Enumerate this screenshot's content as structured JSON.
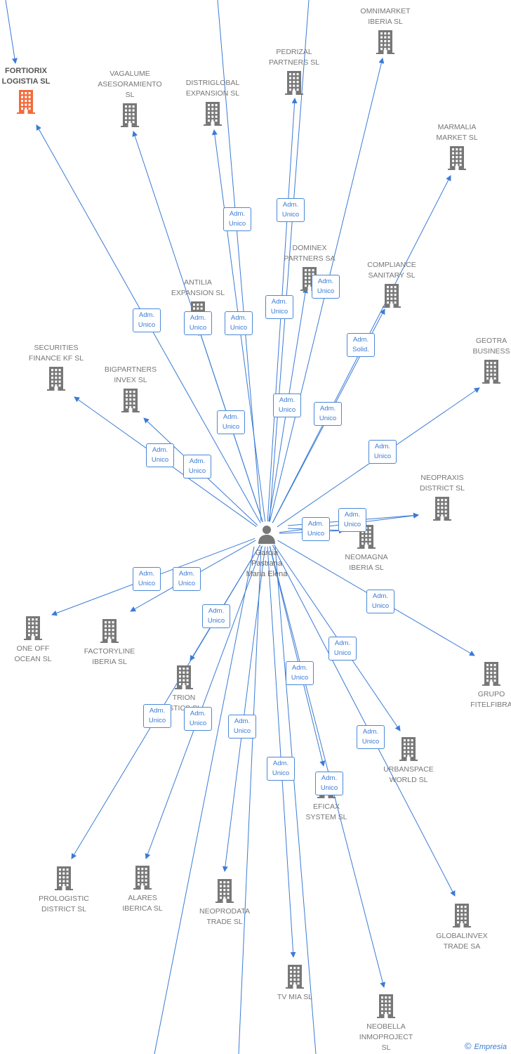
{
  "colors": {
    "edge": "#3a7bd5",
    "building": "#777777",
    "highlight": "#f26b3a"
  },
  "center": {
    "name_lines": [
      "Garcia",
      "Pastrana",
      "Maria Elena"
    ],
    "icon": "person-icon"
  },
  "companies": [
    {
      "lines": [
        "FORTIORIX",
        "LOGISTIA SL"
      ],
      "highlight": true
    },
    {
      "lines": [
        "VAGALUME",
        "ASESORAMIENTO",
        "SL"
      ]
    },
    {
      "lines": [
        "DISTRIGLOBAL",
        "EXPANSION SL"
      ]
    },
    {
      "lines": [
        "PEDRIZAL",
        "PARTNERS SL"
      ]
    },
    {
      "lines": [
        "OMNIMARKET",
        "IBERIA SL"
      ]
    },
    {
      "lines": [
        "MARMALIA",
        "MARKET SL"
      ]
    },
    {
      "lines": [
        "DOMINEX",
        "PARTNERS SA"
      ]
    },
    {
      "lines": [
        "COMPLIANCE",
        "SANITARY SL"
      ]
    },
    {
      "lines": [
        "ANTILIA",
        "EXPANSION SL"
      ]
    },
    {
      "lines": [
        "SECURITIES",
        "FINANCE KF SL"
      ]
    },
    {
      "lines": [
        "BIGPARTNERS",
        "INVEX SL"
      ]
    },
    {
      "lines": [
        "GEOTRA",
        "BUSINESS"
      ]
    },
    {
      "lines": [
        "NEOPRAXIS",
        "DISTRICT SL"
      ]
    },
    {
      "lines": [
        "NEOMAGNA",
        "IBERIA SL"
      ]
    },
    {
      "lines": [
        "ONE OFF",
        "OCEAN SL"
      ]
    },
    {
      "lines": [
        "FACTORYLINE",
        "IBERIA SL"
      ]
    },
    {
      "lines": [
        "TRION",
        "ISTICS SL"
      ]
    },
    {
      "lines": [
        "GRUPO",
        "FITELFIBRA"
      ]
    },
    {
      "lines": [
        "URBANSPACE",
        "WORLD SL"
      ]
    },
    {
      "lines": [
        "EFICAX",
        "SYSTEM SL"
      ]
    },
    {
      "lines": [
        "PROLOGISTIC",
        "DISTRICT SL"
      ]
    },
    {
      "lines": [
        "ALARES",
        "IBERICA SL"
      ]
    },
    {
      "lines": [
        "NEOPRODATA",
        "TRADE SL"
      ]
    },
    {
      "lines": [
        "GLOBALINVEX",
        "TRADE SA"
      ]
    },
    {
      "lines": [
        "TV MIA SL"
      ]
    },
    {
      "lines": [
        "NEOBELLA",
        "INMOPROJECT",
        "SL"
      ]
    }
  ],
  "edge_labels": [
    {
      "lines": [
        "Adm.",
        "Unico"
      ]
    },
    {
      "lines": [
        "Adm.",
        "Unico"
      ]
    },
    {
      "lines": [
        "Adm.",
        "Unico"
      ]
    },
    {
      "lines": [
        "Adm.",
        "Unico"
      ]
    },
    {
      "lines": [
        "Adm.",
        "Unico"
      ]
    },
    {
      "lines": [
        "Adm.",
        "Unico"
      ]
    },
    {
      "lines": [
        "Adm.",
        "Unico"
      ]
    },
    {
      "lines": [
        "Adm.",
        "Solid."
      ]
    },
    {
      "lines": [
        "Adm.",
        "Unico"
      ]
    },
    {
      "lines": [
        "Adm.",
        "Unico"
      ]
    },
    {
      "lines": [
        "Adm.",
        "Unico"
      ]
    },
    {
      "lines": [
        "Adm.",
        "Unico"
      ]
    },
    {
      "lines": [
        "Adm.",
        "Unico"
      ]
    },
    {
      "lines": [
        "Adm.",
        "Unico"
      ]
    },
    {
      "lines": [
        "Adm.",
        "Unico"
      ]
    },
    {
      "lines": [
        "Adm.",
        "Unico"
      ]
    },
    {
      "lines": [
        "Adm.",
        "Unico"
      ]
    },
    {
      "lines": [
        "Adm.",
        "Unico"
      ]
    },
    {
      "lines": [
        "Adm.",
        "Unico"
      ]
    },
    {
      "lines": [
        "Adm.",
        "Unico"
      ]
    },
    {
      "lines": [
        "Adm.",
        "Unico"
      ]
    },
    {
      "lines": [
        "Adm.",
        "Unico"
      ]
    },
    {
      "lines": [
        "Adm.",
        "Unico"
      ]
    },
    {
      "lines": [
        "Adm.",
        "Unico"
      ]
    },
    {
      "lines": [
        "Adm.",
        "Unico"
      ]
    },
    {
      "lines": [
        "Adm.",
        "Unico"
      ]
    },
    {
      "lines": [
        "Adm.",
        "Unico"
      ]
    },
    {
      "lines": [
        "Adm.",
        "Unico"
      ]
    }
  ],
  "brand": {
    "symbol": "©",
    "name": "Empresia"
  }
}
